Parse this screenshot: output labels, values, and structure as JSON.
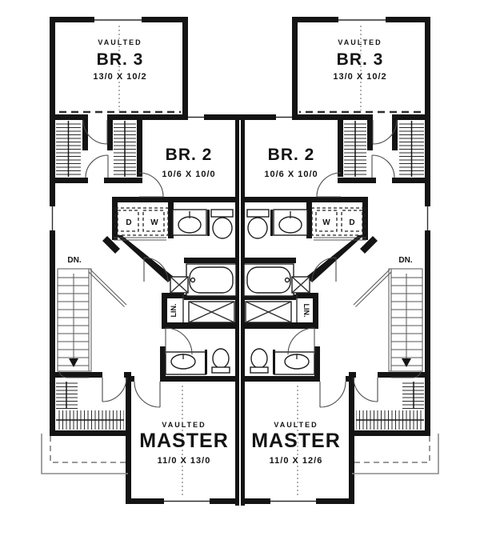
{
  "plan": {
    "rooms": {
      "br3_left": {
        "vaulted": "VAULTED",
        "name": "BR. 3",
        "dims": "13/0 X 10/2"
      },
      "br3_right": {
        "vaulted": "VAULTED",
        "name": "BR. 3",
        "dims": "13/0 X 10/2"
      },
      "br2_left": {
        "name": "BR. 2",
        "dims": "10/6 X 10/0"
      },
      "br2_right": {
        "name": "BR. 2",
        "dims": "10/6 X 10/0"
      },
      "master_left": {
        "vaulted": "VAULTED",
        "name": "MASTER",
        "dims": "11/0 X 13/0"
      },
      "master_right": {
        "vaulted": "VAULTED",
        "name": "MASTER",
        "dims": "11/0 X 12/6"
      }
    },
    "labels": {
      "down_left": "DN.",
      "down_right": "DN.",
      "linen_left": "LIN.",
      "linen_right": "LIN.",
      "dryer_left": "D",
      "washer_left": "W",
      "washer_right": "W",
      "dryer_right": "D"
    },
    "fixtures": [
      "bathtub",
      "toilet",
      "sink",
      "washer",
      "dryer",
      "stairs-down",
      "linen-closet",
      "clothes-closet"
    ],
    "colors": {
      "wall": "#141414",
      "thin_line": "#2e2e2e",
      "overhead_dash": "#666666",
      "deck_dash": "#9a9a9a",
      "background": "#ffffff"
    }
  }
}
